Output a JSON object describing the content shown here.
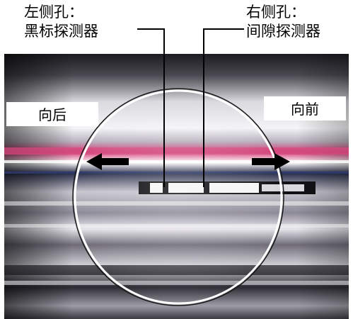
{
  "callouts": {
    "left": {
      "line1": "左侧孔：",
      "line2": "黑标探测器"
    },
    "right": {
      "line1": "右侧孔：",
      "line2": "间隙探测器"
    }
  },
  "directions": {
    "back": "向后",
    "forward": "向前"
  },
  "colors": {
    "arrow": "#000000",
    "magenta_strip": "#c8336a",
    "metal_gray": "#9a9aa6",
    "window_white": "#f4f4f4"
  }
}
